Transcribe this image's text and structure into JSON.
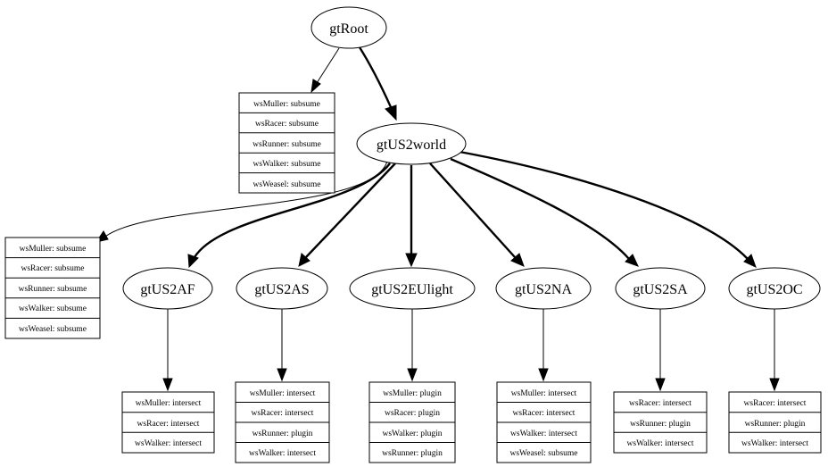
{
  "nodes": {
    "gtRoot": "gtRoot",
    "gtUS2world": "gtUS2world",
    "gtUS2AF": "gtUS2AF",
    "gtUS2AS": "gtUS2AS",
    "gtUS2EUlight": "gtUS2EUlight",
    "gtUS2NA": "gtUS2NA",
    "gtUS2SA": "gtUS2SA",
    "gtUS2OC": "gtUS2OC"
  },
  "tables": {
    "root": [
      "wsMuller: subsume",
      "wsRacer: subsume",
      "wsRunner: subsume",
      "wsWalker: subsume",
      "wsWeasel: subsume"
    ],
    "world": [
      "wsMuller: subsume",
      "wsRacer: subsume",
      "wsRunner: subsume",
      "wsWalker: subsume",
      "wsWeasel: subsume"
    ],
    "af": [
      "wsMuller: intersect",
      "wsRacer: intersect",
      "wsWalker: intersect"
    ],
    "as": [
      "wsMuller: intersect",
      "wsRacer: intersect",
      "wsRunner: plugin",
      "wsWalker: intersect"
    ],
    "eu": [
      "wsMuller: plugin",
      "wsRacer: plugin",
      "wsWalker: plugin",
      "wsRunner: plugin"
    ],
    "na": [
      "wsMuller: intersect",
      "wsRacer: intersect",
      "wsWalker: intersect",
      "wsWeasel: subsume"
    ],
    "sa": [
      "wsRacer: intersect",
      "wsRunner: plugin",
      "wsWalker: intersect"
    ],
    "oc": [
      "wsRacer: intersect",
      "wsRunner: plugin",
      "wsWalker: intersect"
    ]
  }
}
